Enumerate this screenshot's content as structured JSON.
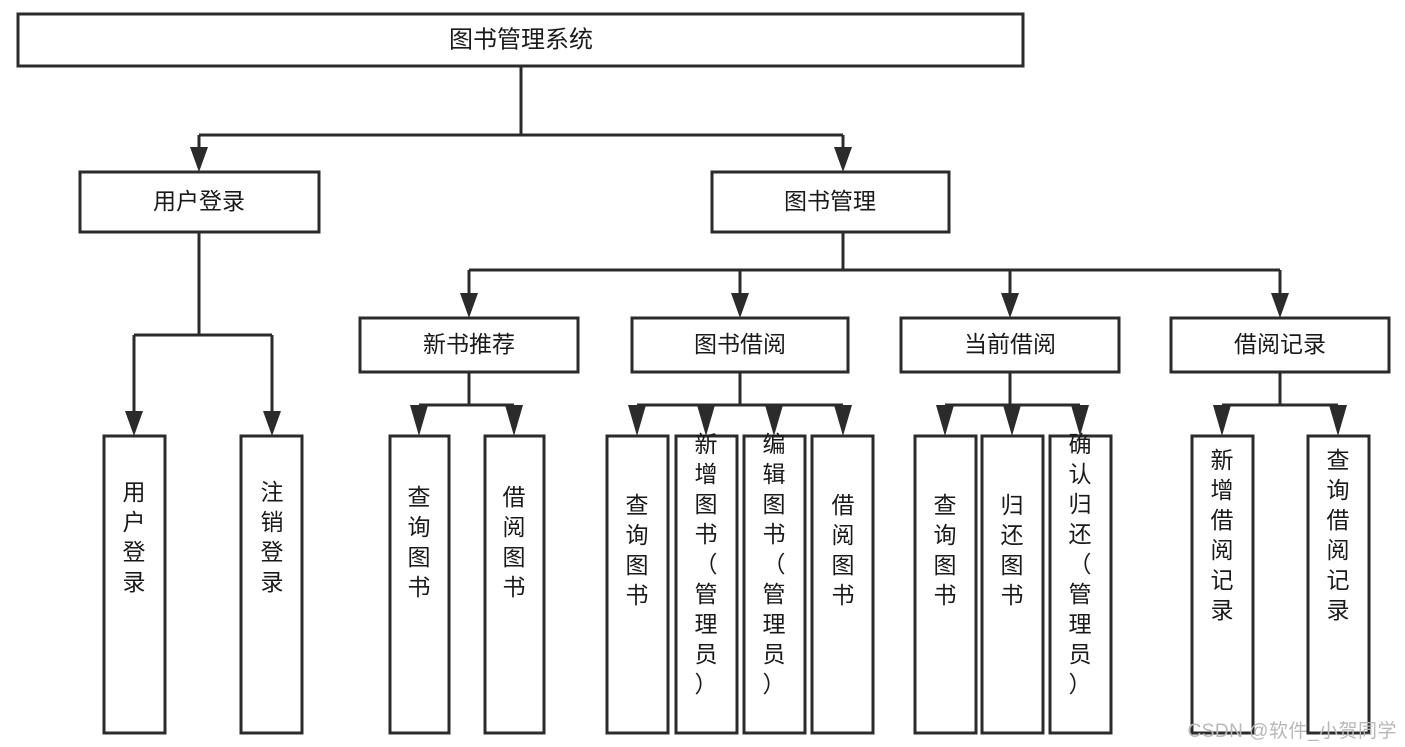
{
  "diagram": {
    "type": "tree-hierarchy",
    "title": "图书管理系统",
    "orientation": "top-down",
    "colors": {
      "stroke": "#2b2b2b",
      "fill": "#ffffff",
      "text": "#1a1a1a",
      "watermark": "#b8b8b8"
    },
    "root": {
      "label": "图书管理系统"
    },
    "level2": [
      {
        "label": "用户登录"
      },
      {
        "label": "图书管理"
      }
    ],
    "level3": [
      {
        "label": "新书推荐"
      },
      {
        "label": "图书借阅"
      },
      {
        "label": "当前借阅"
      },
      {
        "label": "借阅记录"
      }
    ],
    "leaves": {
      "user_login": [
        {
          "label": "用户登录"
        },
        {
          "label": "注销登录"
        }
      ],
      "new_book_recommend": [
        {
          "label": "查询图书"
        },
        {
          "label": "借阅图书"
        }
      ],
      "book_borrow": [
        {
          "label": "查询图书"
        },
        {
          "label": "新增图书（管理员）"
        },
        {
          "label": "编辑图书（管理员）"
        },
        {
          "label": "借阅图书"
        }
      ],
      "current_borrow": [
        {
          "label": "查询图书"
        },
        {
          "label": "归还图书"
        },
        {
          "label": "确认归还（管理员）"
        }
      ],
      "borrow_record": [
        {
          "label": "新增借阅记录"
        },
        {
          "label": "查询借阅记录"
        }
      ]
    }
  },
  "watermark": {
    "text": "CSDN @软件_小贺同学"
  }
}
